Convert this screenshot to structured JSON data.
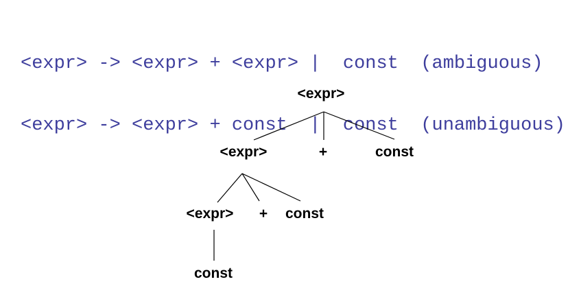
{
  "grammar": {
    "line1": "<expr> -> <expr> + <expr> |  const  (ambiguous)",
    "line2": "<expr> -> <expr> + const  |  const  (unambiguous)"
  },
  "tree": {
    "root": "<expr>",
    "level2": [
      "<expr>",
      "+",
      "const"
    ],
    "level3": [
      "<expr>",
      "+",
      "const"
    ],
    "leaf": "const"
  },
  "colors": {
    "grammar_text": "#3e3e9d",
    "tree_text": "#000000",
    "background": "#ffffff"
  }
}
